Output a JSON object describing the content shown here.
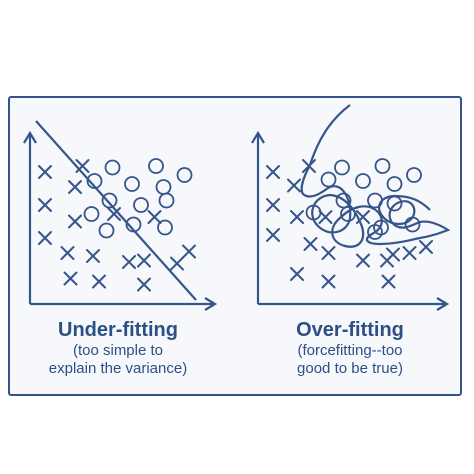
{
  "colors": {
    "stroke": "#35558a",
    "text": "#2c4f86",
    "frame_fill": "#f6f8fb"
  },
  "left_panel": {
    "title": "Under-fitting",
    "subtitle_lines": [
      "(too simple to",
      "explain the variance)"
    ],
    "crosses": [
      [
        1,
        8.8
      ],
      [
        3.5,
        9.2
      ],
      [
        3,
        7.8
      ],
      [
        1,
        6.6
      ],
      [
        5.6,
        6
      ],
      [
        3,
        5.5
      ],
      [
        8.3,
        5.8
      ],
      [
        1,
        4.4
      ],
      [
        2.5,
        3.4
      ],
      [
        4.2,
        3.2
      ],
      [
        7.6,
        2.9
      ],
      [
        2.7,
        1.7
      ],
      [
        4.6,
        1.5
      ],
      [
        6.6,
        2.8
      ],
      [
        10.6,
        3.5
      ],
      [
        9.8,
        2.7
      ],
      [
        7.6,
        1.3
      ]
    ],
    "circles": [
      [
        5.5,
        9.1
      ],
      [
        8.4,
        9.2
      ],
      [
        4.3,
        8.2
      ],
      [
        6.8,
        8
      ],
      [
        8.9,
        7.8
      ],
      [
        10.3,
        8.6
      ],
      [
        5.3,
        6.9
      ],
      [
        7.4,
        6.6
      ],
      [
        9.1,
        6.9
      ],
      [
        4.1,
        6
      ],
      [
        6.9,
        5.3
      ],
      [
        9,
        5.1
      ],
      [
        5.1,
        4.9
      ]
    ],
    "boundary": "straight diagonal line"
  },
  "right_panel": {
    "title": "Over-fitting",
    "subtitle_lines": [
      "(forcefitting--too",
      "good to be true)"
    ],
    "crosses": [
      [
        1,
        8.8
      ],
      [
        3.4,
        9.2
      ],
      [
        2.4,
        7.9
      ],
      [
        1,
        6.6
      ],
      [
        2.6,
        5.8
      ],
      [
        1,
        4.6
      ],
      [
        4.5,
        5.8
      ],
      [
        7,
        5.8
      ],
      [
        3.5,
        4
      ],
      [
        4.7,
        3.4
      ],
      [
        9,
        3.3
      ],
      [
        7,
        2.9
      ],
      [
        8.6,
        2.9
      ],
      [
        10.1,
        3.4
      ],
      [
        11.2,
        3.8
      ],
      [
        2.6,
        2
      ],
      [
        4.7,
        1.5
      ],
      [
        8.7,
        1.5
      ]
    ],
    "circles": [
      [
        5.6,
        9.1
      ],
      [
        8.3,
        9.2
      ],
      [
        4.7,
        8.3
      ],
      [
        7,
        8.2
      ],
      [
        9.1,
        8
      ],
      [
        10.4,
        8.6
      ],
      [
        5.7,
        6.9
      ],
      [
        7.8,
        6.9
      ],
      [
        9.1,
        6.7
      ],
      [
        3.7,
        6.1
      ],
      [
        6,
        6
      ],
      [
        8.2,
        5.1
      ],
      [
        10.3,
        5.3
      ],
      [
        7.8,
        4.8
      ]
    ],
    "boundary": "wiggly curve enclosing individual points"
  }
}
